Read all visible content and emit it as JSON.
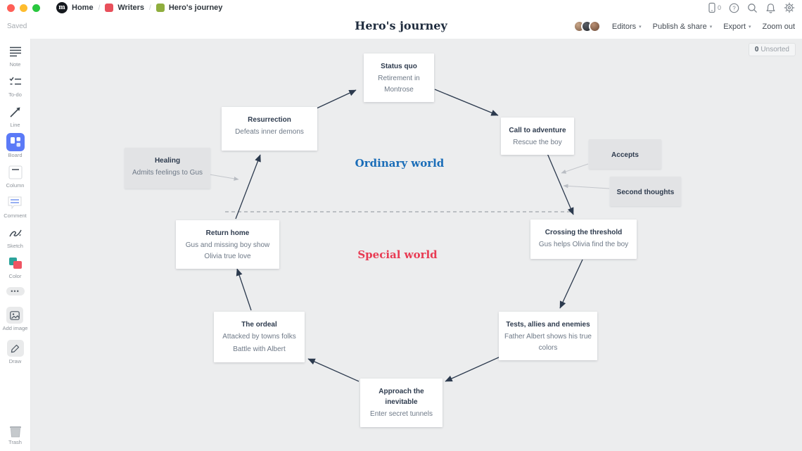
{
  "window": {
    "saved_label": "Saved"
  },
  "breadcrumb": {
    "items": [
      {
        "label": "Home",
        "icon": "milanote-logo"
      },
      {
        "label": "Writers",
        "icon": "red-board"
      },
      {
        "label": "Hero's journey",
        "icon": "green-board"
      }
    ],
    "separator": "/"
  },
  "topbar": {
    "title": "Hero's journey",
    "devices_count": "0",
    "editors_label": "Editors",
    "publish_share_label": "Publish & share",
    "export_label": "Export",
    "zoom_out_label": "Zoom out"
  },
  "sidebar": {
    "tools": [
      {
        "label": "Note"
      },
      {
        "label": "To-do"
      },
      {
        "label": "Line"
      },
      {
        "label": "Board"
      },
      {
        "label": "Column"
      },
      {
        "label": "Comment"
      },
      {
        "label": "Sketch"
      },
      {
        "label": "Color"
      }
    ],
    "more_dots": "•••",
    "add_image_label": "Add image",
    "draw_label": "Draw",
    "trash_label": "Trash"
  },
  "canvas": {
    "unsorted_badge": {
      "count": "0",
      "label": "Unsorted"
    },
    "zones": {
      "ordinary": "Ordinary world",
      "special": "Special world"
    },
    "cards": [
      {
        "title": "Status quo",
        "body": "Retirement in Montrose",
        "style": "white"
      },
      {
        "title": "Call to adventure",
        "body": "Rescue the boy",
        "style": "white"
      },
      {
        "title": "Accepts",
        "style": "gray"
      },
      {
        "title": "Second thoughts",
        "style": "gray"
      },
      {
        "title": "Resurrection",
        "body": "Defeats inner demons",
        "style": "white"
      },
      {
        "title": "Healing",
        "body": "Admits feelings to Gus",
        "style": "gray"
      },
      {
        "title": "Return home",
        "body": "Gus and missing boy show Olivia true love",
        "style": "white"
      },
      {
        "title": "Crossing the threshold",
        "body": "Gus helps Olivia find the boy",
        "style": "white"
      },
      {
        "title": "Tests, allies and enemies",
        "body": "Father Albert shows his true colors",
        "style": "white"
      },
      {
        "title": "The ordeal",
        "body": "Attacked by towns folks",
        "body2": "Battle with Albert",
        "style": "white"
      },
      {
        "title": "Approach the\ninevitable",
        "body": "Enter secret tunnels",
        "style": "white"
      }
    ],
    "connections": [
      {
        "from": "Status quo",
        "to": "Call to adventure",
        "type": "dark-arrow"
      },
      {
        "from": "Call to adventure",
        "to": "Crossing the threshold",
        "type": "dark-arrow"
      },
      {
        "from": "Crossing the threshold",
        "to": "Tests, allies and enemies",
        "type": "dark-arrow"
      },
      {
        "from": "Tests, allies and enemies",
        "to": "Approach the inevitable",
        "type": "dark-arrow"
      },
      {
        "from": "Approach the inevitable",
        "to": "The ordeal",
        "type": "dark-arrow"
      },
      {
        "from": "The ordeal",
        "to": "Return home",
        "type": "dark-arrow"
      },
      {
        "from": "Return home",
        "to": "Resurrection",
        "type": "dark-arrow"
      },
      {
        "from": "Resurrection",
        "to": "Status quo",
        "type": "dark-arrow"
      },
      {
        "from": "Healing",
        "to": "Return home → Resurrection line",
        "type": "gray-arrow"
      },
      {
        "from": "Accepts",
        "to": "Call to adventure → Crossing line",
        "type": "gray-arrow"
      },
      {
        "from": "Second thoughts",
        "to": "Call to adventure → Crossing line",
        "type": "gray-arrow"
      }
    ],
    "divider": {
      "style": "dashed",
      "between": [
        "Ordinary world",
        "Special world"
      ]
    }
  },
  "colors": {
    "canvas_bg": "#ecedee",
    "board_icon_blue": "#5b7af7",
    "ordinary_blue": "#1a6db8",
    "special_red": "#e83b53",
    "arrow_dark": "#2c3a4e",
    "arrow_gray": "#c3c6cb",
    "breadcrumb_red": "#e8505b",
    "breadcrumb_green": "#8fae3e"
  }
}
